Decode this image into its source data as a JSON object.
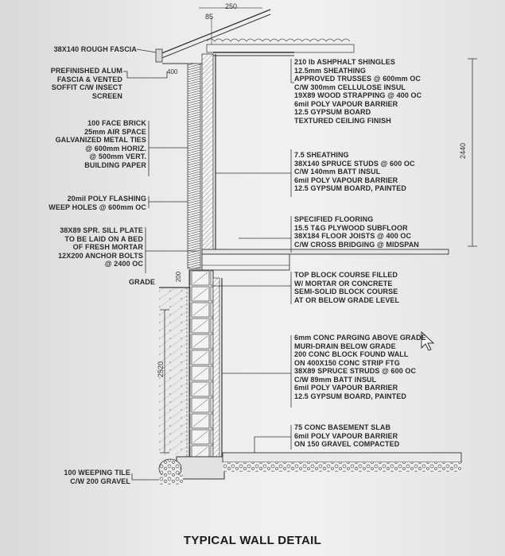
{
  "dimensions": {
    "overhang": "250",
    "slope_rise": "85",
    "soffit": "400",
    "wall_height": "2440",
    "foundation_height": "2520",
    "sill_offset": "200"
  },
  "left_notes": {
    "fascia": "38X140 ROUGH FASCIA",
    "soffit": [
      "PREFINISHED ALUM",
      "FASCIA & VENTED",
      "SOFFIT C/W INSECT",
      "SCREEN"
    ],
    "brick": [
      "100 FACE BRICK",
      "25mm AIR SPACE",
      "GALVANIZED METAL TIES",
      "@ 600mm HORIZ.",
      "@ 500mm VERT.",
      "BUILDING PAPER"
    ],
    "flashing": [
      "20mil POLY FLASHING",
      "WEEP HOLES @ 600mm OC"
    ],
    "sill": [
      "38X89 SPR. SILL PLATE",
      "TO BE LAID ON A BED",
      "OF FRESH MORTAR",
      "12X200 ANCHOR BOLTS",
      "@ 2400 OC"
    ],
    "grade": "GRADE",
    "weeping": [
      "100 WEEPING TILE",
      "C/W 200 GRAVEL"
    ]
  },
  "right_notes": {
    "roof": [
      "210 lb ASHPHALT SHINGLES",
      "12.5mm SHEATHING",
      "APPROVED TRUSSES @ 600mm OC",
      "C/W 300mm CELLULOSE INSUL",
      "19X89 WOOD STRAPPING @ 400 OC",
      "6mil POLY VAPOUR BARRIER",
      "12.5 GYPSUM BOARD",
      "TEXTURED CEILING FINISH"
    ],
    "wall": [
      "7.5 SHEATHING",
      "38X140 SPRUCE STUDS @ 600 OC",
      "C/W 140mm BATT INSUL",
      "6mil POLY VAPOUR BARRIER",
      "12.5 GYPSUM BOARD, PAINTED"
    ],
    "floor": [
      "SPECIFIED FLOORING",
      "15.5 T&G PLYWOOD SUBFLOOR",
      "38X184 FLOOR JOISTS @ 400 OC",
      "C/W CROSS BRIDGING @ MIDSPAN"
    ],
    "block": [
      "TOP BLOCK COURSE FILLED",
      "W/ MORTAR OR CONCRETE",
      "SEMI-SOLID BLOCK COURSE",
      "AT OR BELOW GRADE LEVEL"
    ],
    "foundation": [
      "6mm CONC PARGING ABOVE GRADE",
      "MURI-DRAIN BELOW GRADE",
      "200 CONC BLOCK FOUND WALL",
      "ON 400X150 CONC STRIP FTG",
      "38X89 SPRUCE STRUDS @ 600 OC",
      "C/W 89mm BATT INSUL",
      "6mil POLY VAPOUR BARRIER",
      "12.5 GYPSUM BOARD, PAINTED"
    ],
    "slab": [
      "75 CONC BASEMENT SLAB",
      "6mil POLY VAPOUR BARRIER",
      "ON 150 GRAVEL COMPACTED"
    ]
  },
  "caption": "TYPICAL WALL DETAIL"
}
